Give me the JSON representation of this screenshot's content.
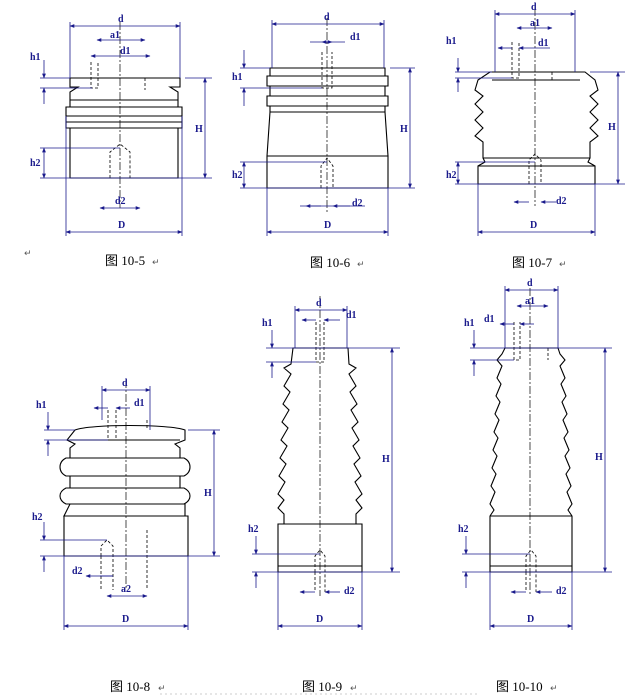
{
  "figures": [
    {
      "id": "10-5",
      "caption": "图 10-5",
      "labels": {
        "d": "d",
        "a1": "a1",
        "d1": "d1",
        "h1": "h1",
        "h2": "h2",
        "H": "H",
        "d2": "d2",
        "D": "D"
      }
    },
    {
      "id": "10-6",
      "caption": "图 10-6",
      "labels": {
        "d": "d",
        "d1": "d1",
        "h1": "h1",
        "h2": "h2",
        "H": "H",
        "d2": "d2",
        "D": "D"
      }
    },
    {
      "id": "10-7",
      "caption": "图 10-7",
      "labels": {
        "d": "d",
        "a1": "a1",
        "d1": "d1",
        "h1": "h1",
        "h2": "h2",
        "H": "H",
        "d2": "d2",
        "D": "D"
      }
    },
    {
      "id": "10-8",
      "caption": "图 10-8",
      "labels": {
        "d": "d",
        "d1": "d1",
        "h1": "h1",
        "h2": "h2",
        "H": "H",
        "d2": "d2",
        "a2": "a2",
        "D": "D"
      }
    },
    {
      "id": "10-9",
      "caption": "图 10-9",
      "labels": {
        "d": "d",
        "d1": "d1",
        "h1": "h1",
        "h2": "h2",
        "H": "H",
        "d2": "d2",
        "D": "D"
      }
    },
    {
      "id": "10-10",
      "caption": "图 10-10",
      "labels": {
        "d": "d",
        "a1": "a1",
        "d1": "d1",
        "h1": "h1",
        "h2": "h2",
        "H": "H",
        "d2": "d2",
        "D": "D"
      }
    }
  ],
  "return_marks": [
    "↵",
    "↵",
    "↵",
    "↵",
    "↵",
    "↵",
    "↵",
    "↵",
    "↵"
  ]
}
